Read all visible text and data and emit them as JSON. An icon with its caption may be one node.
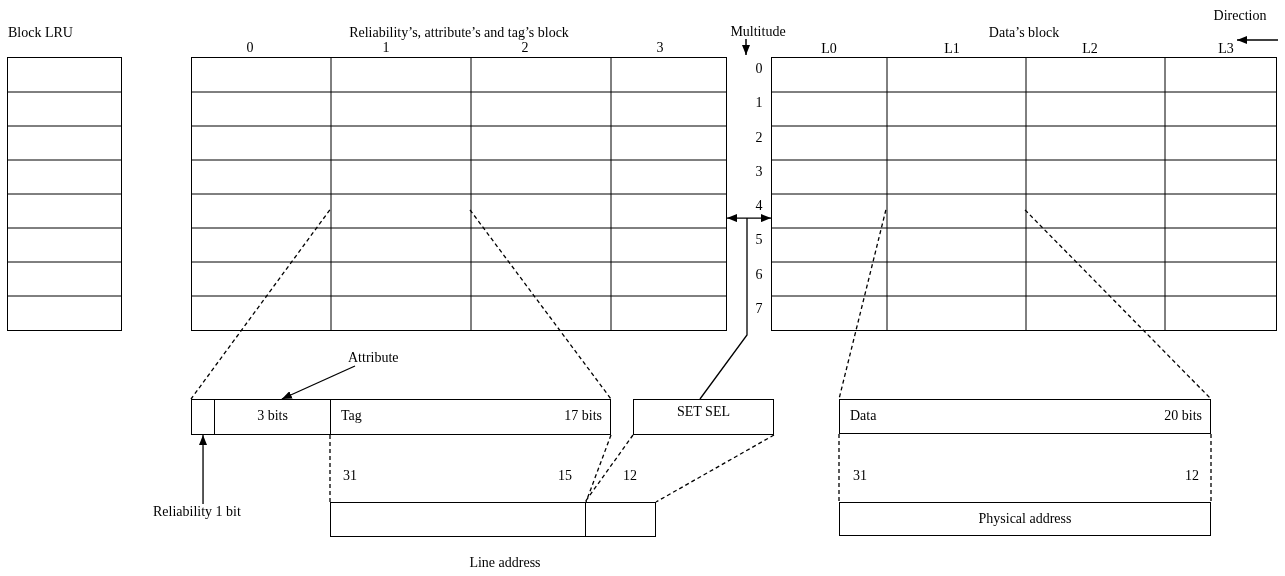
{
  "diagram": {
    "nodes": [
      {
        "text": [
          "Block LRU"
        ]
      },
      {
        "text": [
          "Reliability’s, attribute’s and tag’s block"
        ]
      },
      {
        "text": [
          "Data’s block"
        ]
      },
      {
        "text": [
          "Attribute"
        ]
      },
      {
        "text": [],
        "shape": "box"
      },
      {
        "text": [
          "3 bits"
        ]
      },
      {
        "text": [
          "Tag",
          "17 bits"
        ]
      },
      {
        "text": [
          "SET SEL"
        ]
      },
      {
        "text": [
          "Data",
          "20 bits"
        ]
      },
      {
        "text": [],
        "shape": "box"
      },
      {
        "text": [],
        "shape": "box"
      },
      {
        "text": [
          "Physical address"
        ]
      },
      {
        "text": [
          "Reliability 1 bit"
        ]
      }
    ],
    "edges": [
      {
        "from": 3,
        "to": 5,
        "arrow": "to"
      },
      {
        "from": 12,
        "to": 4,
        "arrow": "to"
      },
      {
        "from": 1,
        "to": 2,
        "arrow": "both"
      },
      {
        "from": null,
        "to": 7,
        "arrow": "none"
      },
      {
        "from": 1,
        "to": 4,
        "arrow": "none",
        "style": "dashed"
      },
      {
        "from": 1,
        "to": 6,
        "arrow": "none",
        "style": "dashed"
      },
      {
        "from": 2,
        "to": 8,
        "arrow": "none",
        "style": "dashed"
      },
      {
        "from": 2,
        "to": 8,
        "arrow": "none",
        "style": "dashed"
      },
      {
        "from": 6,
        "to": 9,
        "arrow": "none",
        "style": "dashed"
      },
      {
        "from": 6,
        "to": 9,
        "arrow": "none",
        "style": "dashed"
      },
      {
        "from": 7,
        "to": 10,
        "arrow": "none",
        "style": "dashed"
      },
      {
        "from": 7,
        "to": 10,
        "arrow": "none",
        "style": "dashed"
      },
      {
        "from": 8,
        "to": 11,
        "arrow": "none",
        "style": "dashed"
      },
      {
        "from": 8,
        "to": 11,
        "arrow": "none",
        "style": "dashed"
      }
    ],
    "labels": [
      "Direction",
      "Multitude",
      "0",
      "1",
      "2",
      "3",
      "L0",
      "L1",
      "L2",
      "L3",
      "0",
      "1",
      "2",
      "3",
      "4",
      "5",
      "6",
      "7",
      "31",
      "15",
      "12",
      "31",
      "12",
      "Line address"
    ]
  }
}
